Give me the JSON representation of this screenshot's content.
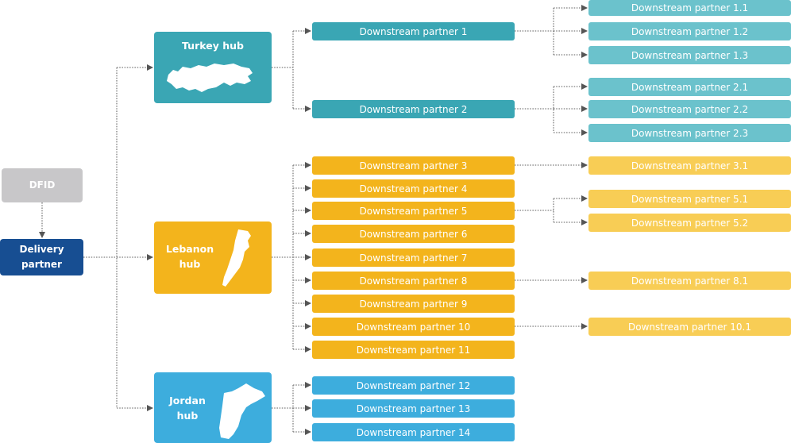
{
  "colors": {
    "dfid": "#c8c7c9",
    "delivery": "#174e92",
    "turkey": "#3aa6b4",
    "turkey_light": "#6bc2cc",
    "lebanon": "#f3b41c",
    "lebanon_light": "#f8cd55",
    "jordan": "#3daddd",
    "connector": "#808080"
  },
  "source": {
    "dfid": "DFID",
    "delivery_line1": "Delivery",
    "delivery_line2": "partner"
  },
  "hubs": {
    "turkey": {
      "line1": "Turkey hub",
      "map_icon": "turkey-map-icon"
    },
    "lebanon": {
      "line1": "Lebanon",
      "line2": "hub",
      "map_icon": "lebanon-map-icon"
    },
    "jordan": {
      "line1": "Jordan",
      "line2": "hub",
      "map_icon": "jordan-map-icon"
    }
  },
  "partners": {
    "p1": "Downstream partner 1",
    "p2": "Downstream partner 2",
    "p3": "Downstream partner 3",
    "p4": "Downstream partner 4",
    "p5": "Downstream partner 5",
    "p6": "Downstream partner 6",
    "p7": "Downstream partner 7",
    "p8": "Downstream partner 8",
    "p9": "Downstream partner 9",
    "p10": "Downstream partner 10",
    "p11": "Downstream partner 11",
    "p12": "Downstream partner 12",
    "p13": "Downstream partner 13",
    "p14": "Downstream partner 14"
  },
  "subpartners": {
    "s1_1": "Downstream partner 1.1",
    "s1_2": "Downstream partner 1.2",
    "s1_3": "Downstream partner 1.3",
    "s2_1": "Downstream partner 2.1",
    "s2_2": "Downstream partner 2.2",
    "s2_3": "Downstream partner 2.3",
    "s3_1": "Downstream partner 3.1",
    "s5_1": "Downstream partner 5.1",
    "s5_2": "Downstream partner 5.2",
    "s8_1": "Downstream partner 8.1",
    "s10_1": "Downstream partner 10.1"
  }
}
